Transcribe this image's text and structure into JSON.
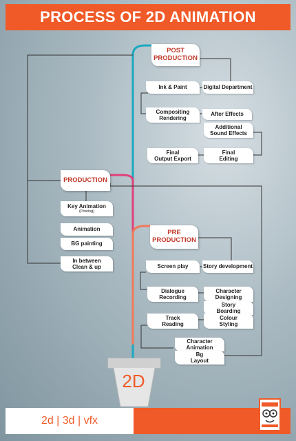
{
  "title": "PROCESS OF 2D ANIMATION",
  "stages": {
    "post": [
      "POST",
      "PRODUCTION"
    ],
    "production": "PRODUCTION",
    "pre": [
      "PRE",
      "PRODUCTION"
    ]
  },
  "post_items": {
    "ink_paint": "Ink & Paint",
    "digital_department": "Digital Department",
    "compositing": [
      "Compositing",
      "Rendering"
    ],
    "after_effects": "After Effects",
    "additional_sound": [
      "Additional",
      "Sound Effects"
    ],
    "final_output": [
      "Final",
      "Output Export"
    ],
    "final_editing": [
      "Final",
      "Editing"
    ]
  },
  "production_items": {
    "key_animation": "Key Animation",
    "key_animation_note": "(Posting)",
    "animation": "Animation",
    "bg_painting": "BG painting",
    "in_between": [
      "In between",
      "Clean & up"
    ]
  },
  "pre_items": {
    "screen_play": "Screen play",
    "story_development": "Story development",
    "dialogue_recording": [
      "Dialogue",
      "Recording"
    ],
    "character_designing": [
      "Character",
      "Designing"
    ],
    "story_boarding": [
      "Story",
      "Boarding"
    ],
    "track_reading": [
      "Track",
      "Reading"
    ],
    "colour_styling": [
      "Colour",
      "Styling"
    ],
    "character_animation": [
      "Character",
      "Animation"
    ],
    "bg_layout": [
      "Bg",
      "Layout"
    ]
  },
  "pot_label": "2D",
  "footer_text": "2d  | 3d  |  vfx",
  "colors": {
    "accent": "#f05a28",
    "post_line": "#1aa9c0",
    "production_line": "#e0407a",
    "pre_line": "#f07a5a"
  }
}
